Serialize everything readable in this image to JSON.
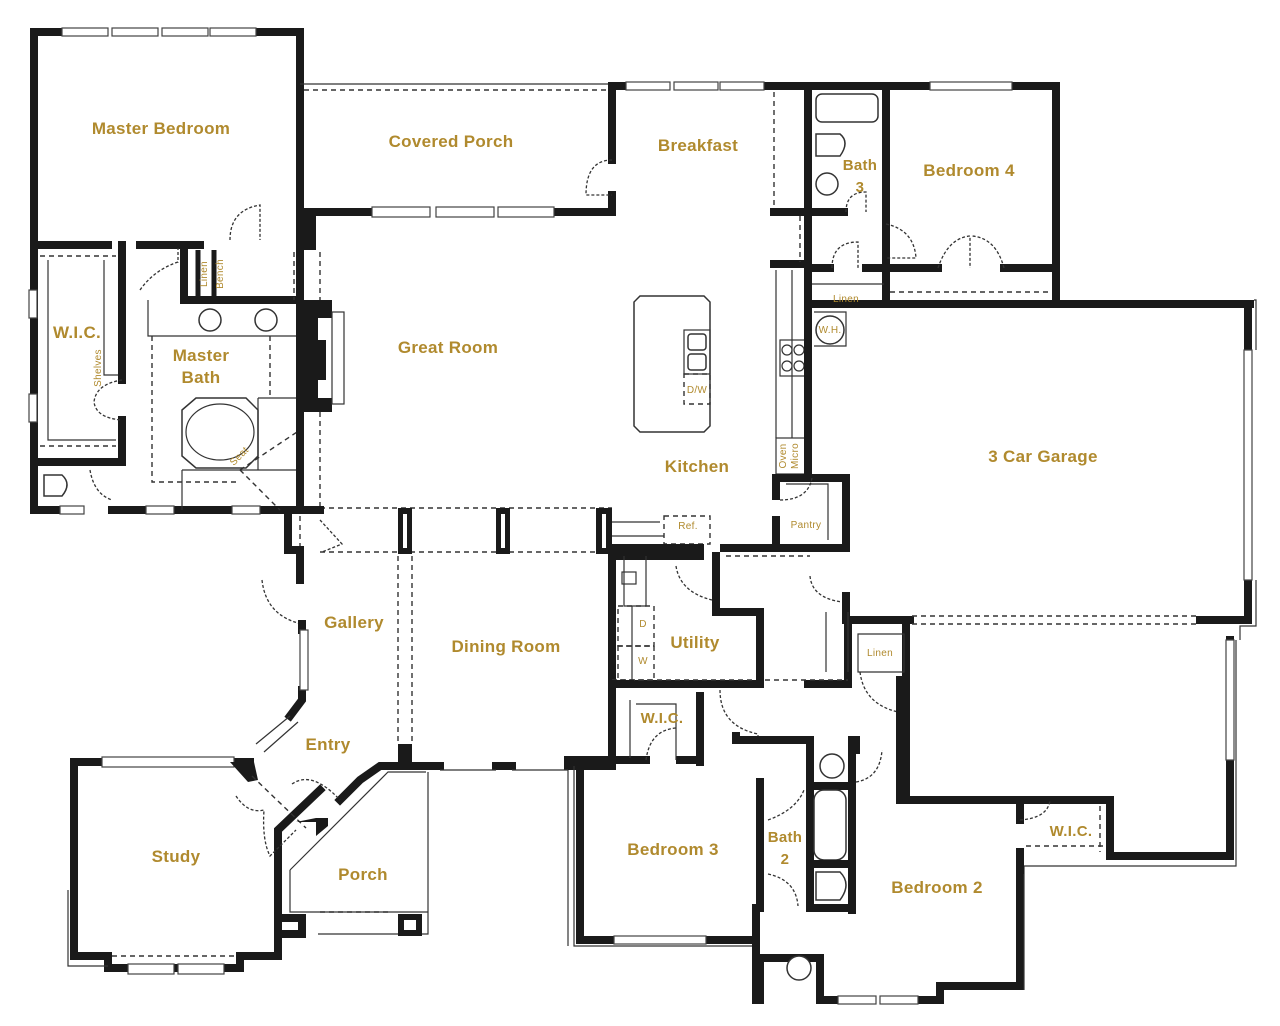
{
  "plan": {
    "label_color": "#b08a2e",
    "wall_color": "#1a1a1a",
    "rooms": [
      {
        "id": "master-bedroom",
        "label": "Master Bedroom"
      },
      {
        "id": "covered-porch",
        "label": "Covered Porch"
      },
      {
        "id": "breakfast",
        "label": "Breakfast"
      },
      {
        "id": "bath-3",
        "label": "Bath\n3"
      },
      {
        "id": "bedroom-4",
        "label": "Bedroom 4"
      },
      {
        "id": "wic-master",
        "label": "W.I.C."
      },
      {
        "id": "master-bath",
        "label": "Master\nBath"
      },
      {
        "id": "great-room",
        "label": "Great Room"
      },
      {
        "id": "kitchen",
        "label": "Kitchen"
      },
      {
        "id": "garage",
        "label": "3 Car Garage"
      },
      {
        "id": "gallery",
        "label": "Gallery"
      },
      {
        "id": "dining-room",
        "label": "Dining Room"
      },
      {
        "id": "utility",
        "label": "Utility"
      },
      {
        "id": "entry",
        "label": "Entry"
      },
      {
        "id": "study",
        "label": "Study"
      },
      {
        "id": "porch",
        "label": "Porch"
      },
      {
        "id": "wic-bed3",
        "label": "W.I.C."
      },
      {
        "id": "bedroom-3",
        "label": "Bedroom 3"
      },
      {
        "id": "bath-2",
        "label": "Bath\n2"
      },
      {
        "id": "bedroom-2",
        "label": "Bedroom 2"
      },
      {
        "id": "wic-bed2",
        "label": "W.I.C."
      }
    ],
    "fixtures": [
      {
        "id": "linen-master",
        "label": "Linen"
      },
      {
        "id": "bench-master",
        "label": "Bench"
      },
      {
        "id": "shelves-wic",
        "label": "Shelves"
      },
      {
        "id": "seat-shower",
        "label": "Seat"
      },
      {
        "id": "linen-hall-north",
        "label": "Linen"
      },
      {
        "id": "water-heater",
        "label": "W.H."
      },
      {
        "id": "dishwasher",
        "label": "D/W"
      },
      {
        "id": "oven-micro",
        "label": "Oven\nMicro"
      },
      {
        "id": "pantry",
        "label": "Pantry"
      },
      {
        "id": "refrigerator",
        "label": "Ref."
      },
      {
        "id": "dryer",
        "label": "D"
      },
      {
        "id": "washer",
        "label": "W"
      },
      {
        "id": "linen-hall-south",
        "label": "Linen"
      }
    ]
  }
}
